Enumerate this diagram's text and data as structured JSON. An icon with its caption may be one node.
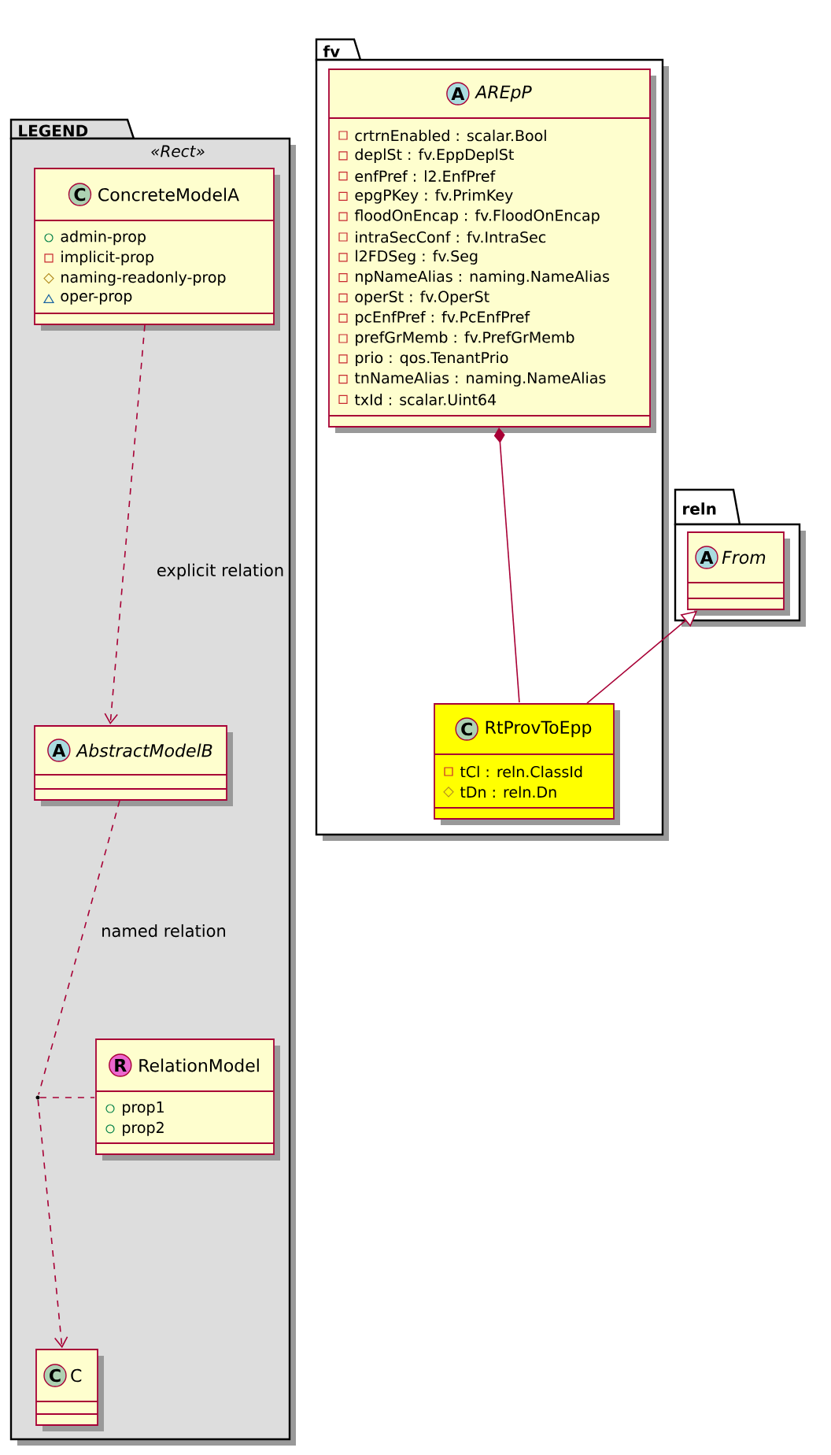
{
  "diagram": {
    "nodes": [
      {
        "text": [
          "LEGEND",
          "«Rect»"
        ]
      },
      {
        "text": [
          "C",
          "ConcreteModelA",
          "admin-prop",
          "implicit-prop",
          "naming-readonly-prop",
          "oper-prop"
        ],
        "in": 0
      },
      {
        "text": [
          "A",
          "AbstractModelB"
        ],
        "in": 0
      },
      {
        "text": [
          "R",
          "RelationModel",
          "prop1",
          "prop2"
        ],
        "in": 0
      },
      {
        "text": [],
        "shape": "circle",
        "in": 0
      },
      {
        "text": [
          "C",
          "C"
        ],
        "in": 0
      },
      {
        "text": [
          "fv"
        ]
      },
      {
        "text": [
          "A",
          "AREpP",
          "crtrnEnabled : scalar.Bool",
          "deplSt : fv.EppDeplSt",
          "enfPref : l2.EnfPref",
          "epgPKey : fv.PrimKey",
          "floodOnEncap : fv.FloodOnEncap",
          "intraSecConf : fv.IntraSec",
          "l2FDSeg : fv.Seg",
          "npNameAlias : naming.NameAlias",
          "operSt : fv.OperSt",
          "pcEnfPref : fv.PcEnfPref",
          "prefGrMemb : fv.PrefGrMemb",
          "prio : qos.TenantPrio",
          "tnNameAlias : naming.NameAlias",
          "txId : scalar.Uint64"
        ],
        "in": 6
      },
      {
        "text": [
          "C",
          "RtProvToEpp",
          "tCl : reln.ClassId",
          "tDn : reln.Dn"
        ],
        "in": 6
      },
      {
        "text": [
          "reln"
        ]
      },
      {
        "text": [
          "A",
          "From"
        ],
        "in": 9
      }
    ],
    "edges": [
      {
        "from": 1,
        "to": 2,
        "arrow": "to",
        "label": "explicit relation",
        "style": "dashed"
      },
      {
        "from": 2,
        "to": 4,
        "arrow": "none",
        "label": "named relation",
        "style": "dashed"
      },
      {
        "from": 4,
        "to": 5,
        "arrow": "to",
        "style": "dashed"
      },
      {
        "from": 4,
        "to": 3,
        "arrow": "none",
        "style": "dashed"
      },
      {
        "from": 7,
        "to": 8,
        "arrow": "other"
      },
      {
        "from": 8,
        "to": 10,
        "arrow": "to"
      }
    ]
  }
}
